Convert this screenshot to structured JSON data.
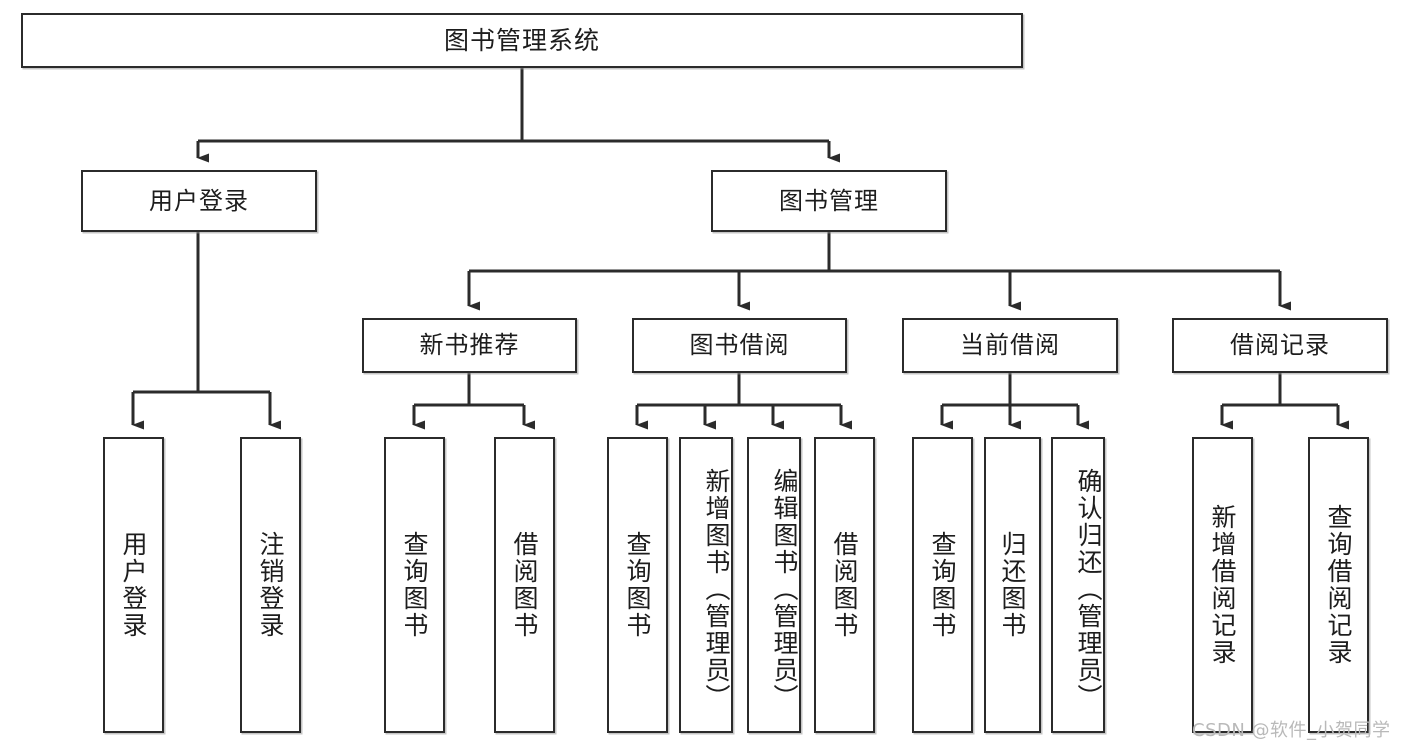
{
  "diagram": {
    "title": "图书管理系统",
    "type": "tree",
    "watermark": "CSDN @软件_小贺同学",
    "colors": {
      "stroke": "#2b2b2b",
      "fill": "#ffffff",
      "text": "#1d1d1d",
      "watermark": "#b9b9b9"
    },
    "levels": {
      "root": [
        "图书管理系统"
      ],
      "level2": [
        "用户登录",
        "图书管理"
      ],
      "level3": [
        "新书推荐",
        "图书借阅",
        "当前借阅",
        "借阅记录"
      ],
      "leaves": [
        "用户登录",
        "注销登录",
        "查询图书",
        "借阅图书",
        "查询图书",
        "新增图书（管理员）",
        "编辑图书（管理员）",
        "借阅图书",
        "查询图书",
        "归还图书",
        "确认归还（管理员）",
        "新增借阅记录",
        "查询借阅记录"
      ]
    },
    "nodes": {
      "root": {
        "label": "图书管理系统"
      },
      "user_login": {
        "label": "用户登录"
      },
      "book_manage": {
        "label": "图书管理"
      },
      "new_book_rec": {
        "label": "新书推荐"
      },
      "book_borrow": {
        "label": "图书借阅"
      },
      "current_borrow": {
        "label": "当前借阅"
      },
      "borrow_record": {
        "label": "借阅记录"
      },
      "leaf_user_login": {
        "label": "用户登录"
      },
      "leaf_logout": {
        "label": "注销登录"
      },
      "leaf_query_book_1": {
        "label": "查询图书"
      },
      "leaf_borrow_book_1": {
        "label": "借阅图书"
      },
      "leaf_query_book_2": {
        "label": "查询图书"
      },
      "leaf_add_book": {
        "label": "新增图书（管理员）"
      },
      "leaf_edit_book": {
        "label": "编辑图书（管理员）"
      },
      "leaf_borrow_book_2": {
        "label": "借阅图书"
      },
      "leaf_query_book_3": {
        "label": "查询图书"
      },
      "leaf_return_book": {
        "label": "归还图书"
      },
      "leaf_confirm_return": {
        "label": "确认归还（管理员）"
      },
      "leaf_add_record": {
        "label": "新增借阅记录"
      },
      "leaf_query_record": {
        "label": "查询借阅记录"
      }
    },
    "edges": [
      {
        "from": "root",
        "to": "user_login"
      },
      {
        "from": "root",
        "to": "book_manage"
      },
      {
        "from": "user_login",
        "to": "leaf_user_login"
      },
      {
        "from": "user_login",
        "to": "leaf_logout"
      },
      {
        "from": "book_manage",
        "to": "new_book_rec"
      },
      {
        "from": "book_manage",
        "to": "book_borrow"
      },
      {
        "from": "book_manage",
        "to": "current_borrow"
      },
      {
        "from": "book_manage",
        "to": "borrow_record"
      },
      {
        "from": "new_book_rec",
        "to": "leaf_query_book_1"
      },
      {
        "from": "new_book_rec",
        "to": "leaf_borrow_book_1"
      },
      {
        "from": "book_borrow",
        "to": "leaf_query_book_2"
      },
      {
        "from": "book_borrow",
        "to": "leaf_add_book"
      },
      {
        "from": "book_borrow",
        "to": "leaf_edit_book"
      },
      {
        "from": "book_borrow",
        "to": "leaf_borrow_book_2"
      },
      {
        "from": "current_borrow",
        "to": "leaf_query_book_3"
      },
      {
        "from": "current_borrow",
        "to": "leaf_return_book"
      },
      {
        "from": "current_borrow",
        "to": "leaf_confirm_return"
      },
      {
        "from": "borrow_record",
        "to": "leaf_add_record"
      },
      {
        "from": "borrow_record",
        "to": "leaf_query_record"
      }
    ]
  }
}
